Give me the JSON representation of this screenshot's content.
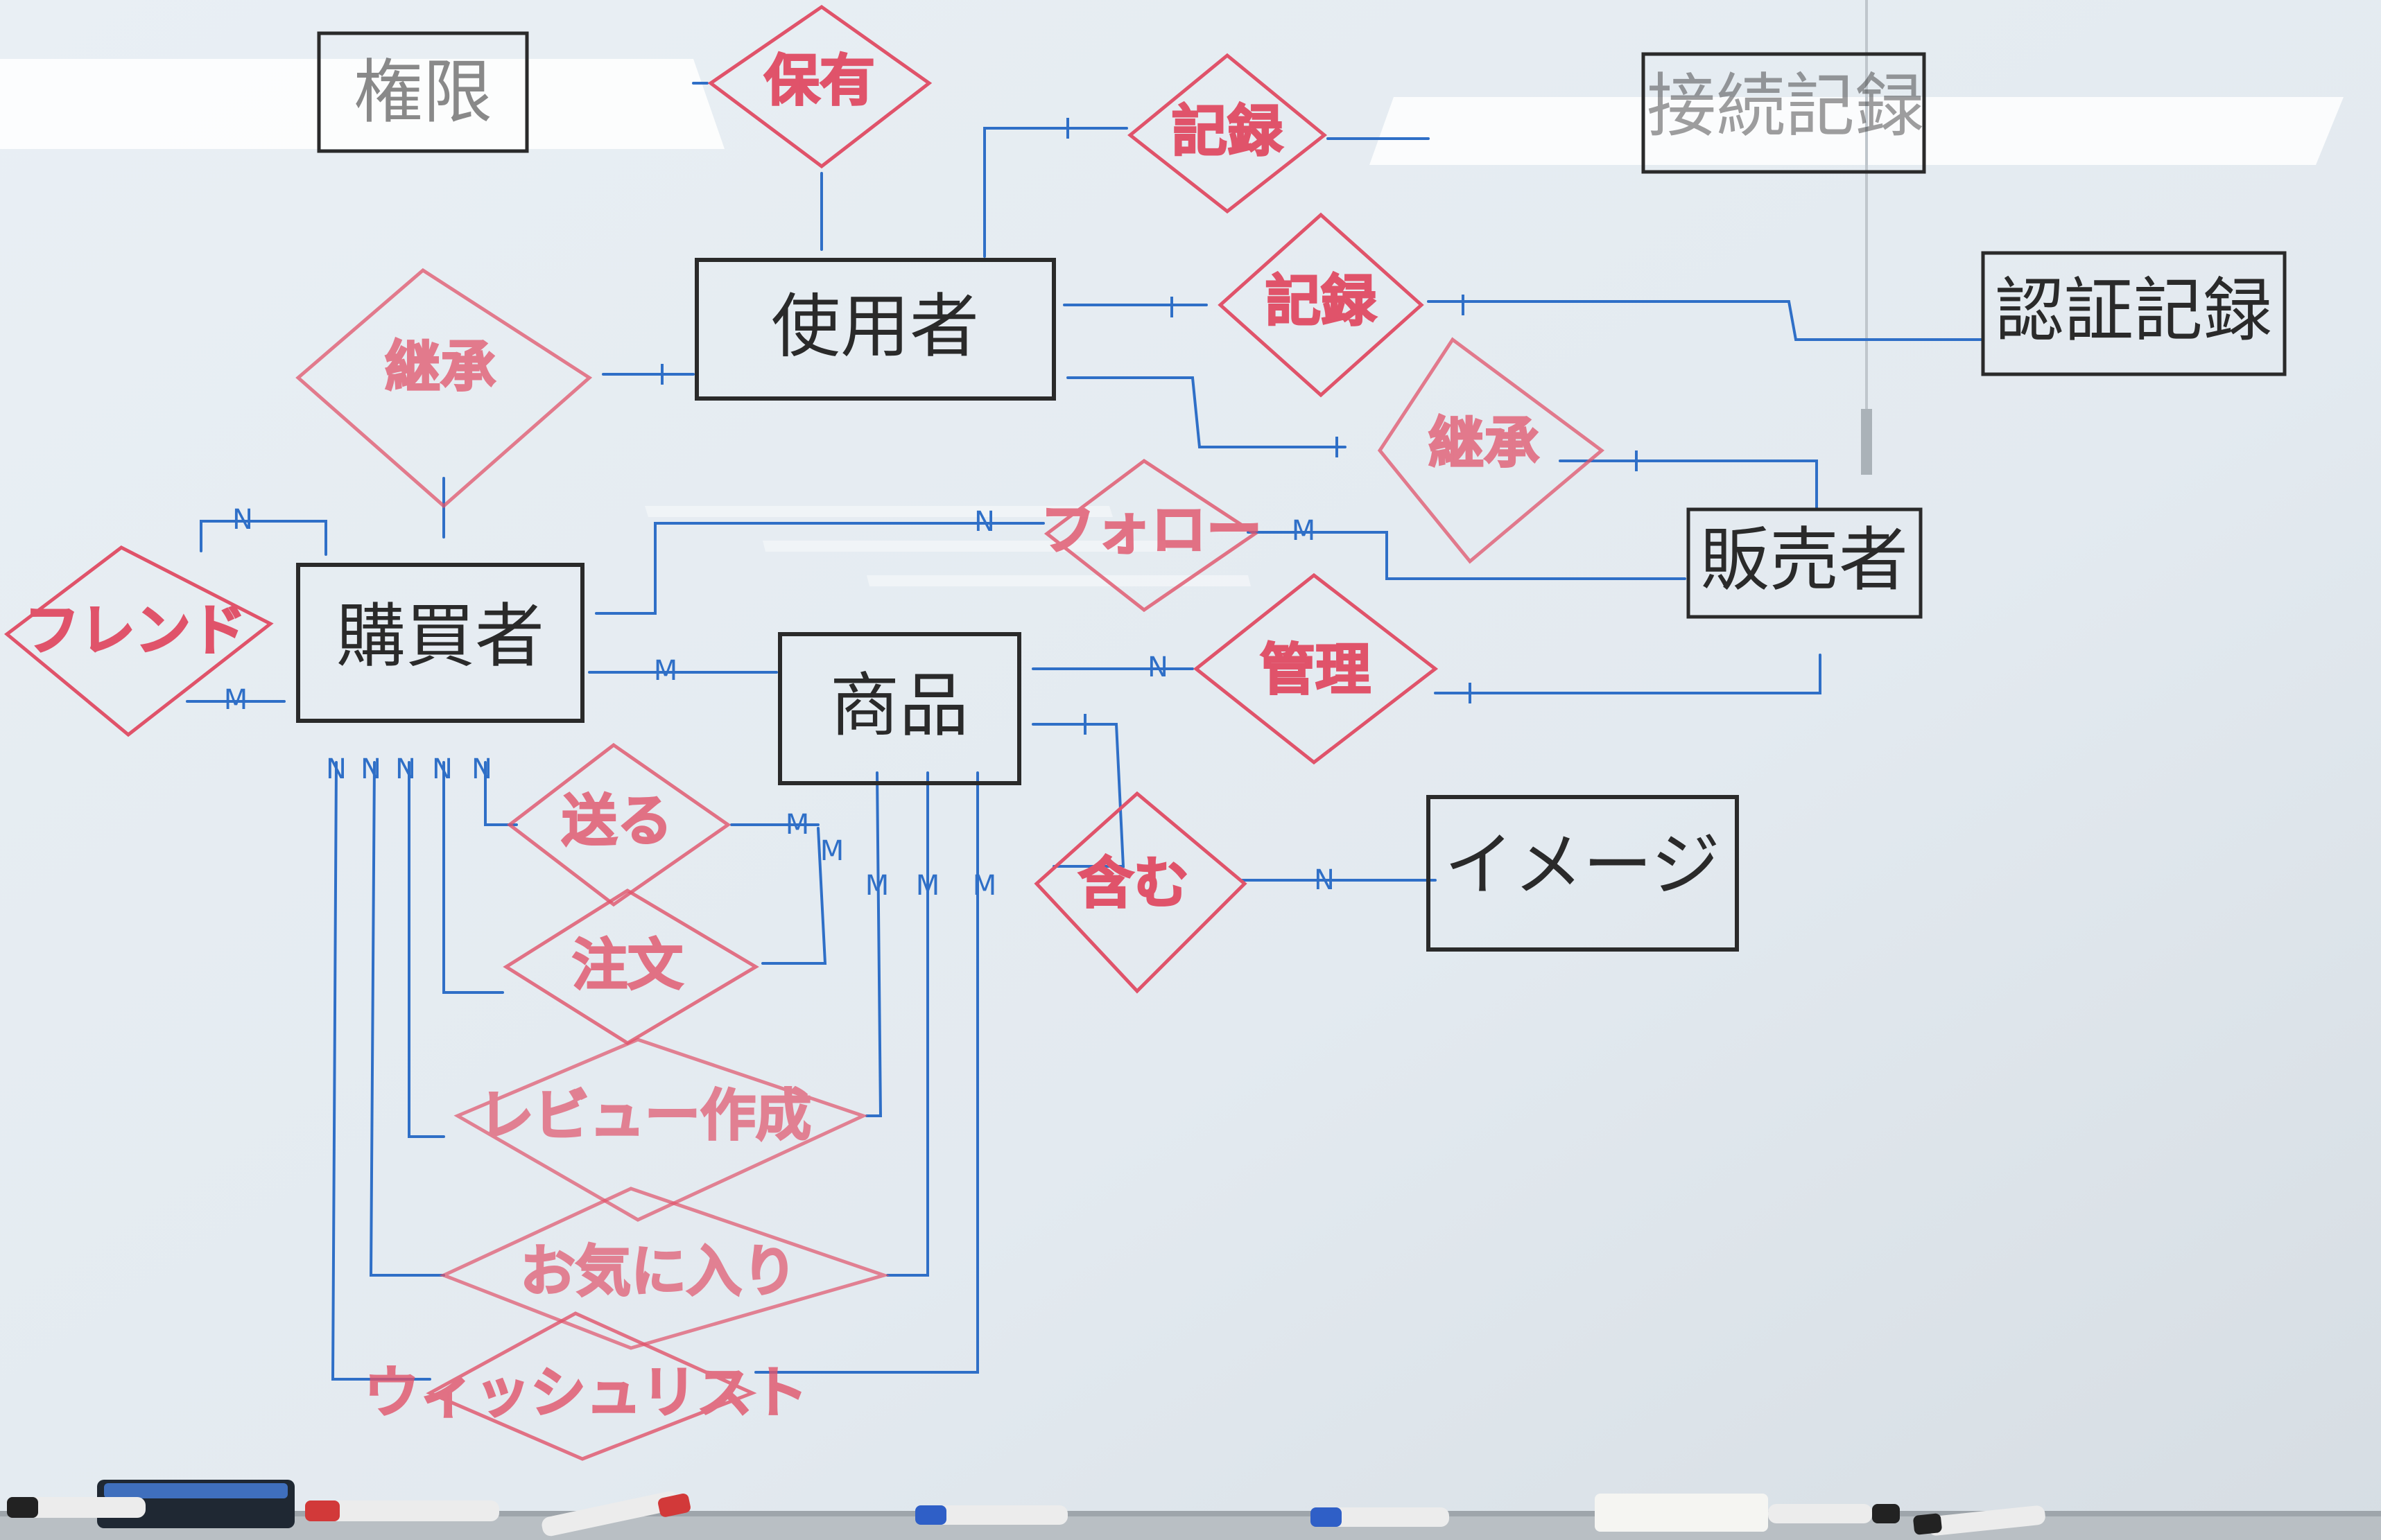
{
  "diagram": {
    "colors": {
      "board": "#e8eef3",
      "entity_stroke": "#2a2a2a",
      "relationship_stroke": "#e0536a",
      "line": "#2f6fc7"
    },
    "entities": {
      "authority": "権限",
      "user": "使用者",
      "login_log": "接続記録",
      "auth_log": "認証記録",
      "buyer": "購買者",
      "product": "商品",
      "seller": "販売者",
      "image": "イメージ"
    },
    "relationships": {
      "own": "保有",
      "record1": "記録",
      "record2": "記録",
      "inherit1": "継承",
      "inherit2": "継承",
      "friend": "フレンド",
      "follow": "フォロー",
      "manage": "管理",
      "send": "送る",
      "order": "注文",
      "review": "レビュー作成",
      "favorite": "お気に入り",
      "wishlist": "ウィッシュリスト",
      "contain": "含む"
    },
    "cardinalities": {
      "friend_top": "N",
      "friend_bottom": "M",
      "buyer_product": "M",
      "follow_buyer": "N",
      "follow_seller": "M",
      "manage_product": "N",
      "contain_image": "N",
      "buyer_n1": "N",
      "buyer_n2": "N",
      "buyer_n3": "N",
      "buyer_n4": "N",
      "buyer_n5": "N",
      "send_m": "M",
      "order_m": "M",
      "review_m": "M",
      "favorite_m": "M",
      "wish_m": "M"
    }
  }
}
